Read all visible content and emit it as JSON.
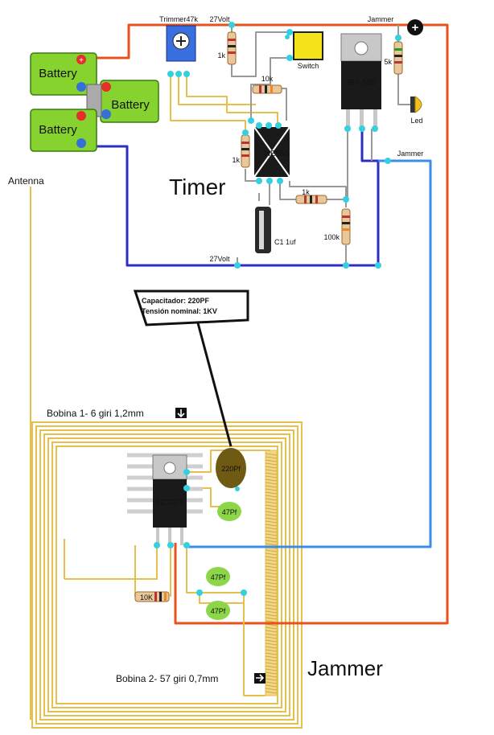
{
  "colors": {
    "red_wire": "#e8501c",
    "blue_wire": "#2f2fbf",
    "light_blue_wire": "#3a8ee8",
    "yellow_wire": "#e6c04a",
    "node": "#35d0e0",
    "battery": "#86d22e",
    "chip": "#1a1a1a",
    "green_cap": "#8cd64a",
    "brown_cap": "#6e5a12"
  },
  "labels": {
    "trimmer": "Trimmer47k",
    "volt_top": "27Volt",
    "jammer_top": "Jammer",
    "plus_symbol": "+",
    "r1k_left": "1k",
    "switch": "Switch",
    "r10k": "10k",
    "ne555": "NE555",
    "r1k_mid": "1k",
    "timer": "Timer",
    "r1k_right": "1k",
    "c1": "C1 1uf",
    "r100k": "100k",
    "volt_bottom": "27Volt",
    "irf": "IRF 520",
    "r5k": "5k",
    "led": "Led",
    "jammer_right": "Jammer",
    "antenna": "Antenna",
    "cap_note_line1": "Capacitador: 220PF",
    "cap_note_line2": "Tensión nominal: 1KV",
    "bobina1": "Bobina 1- 6 giri 1,2mm",
    "sc2078": "SC2078",
    "c220": "220Pf",
    "c47a": "47Pf",
    "c47b": "47Pf",
    "c47c": "47Pf",
    "r10k_bottom": "10K",
    "bobina2": "Bobina 2- 57 giri 0,7mm",
    "jammer_title": "Jammer"
  },
  "batteries": [
    {
      "label": "Battery"
    },
    {
      "label": "Battery"
    },
    {
      "label": "Battery"
    }
  ]
}
